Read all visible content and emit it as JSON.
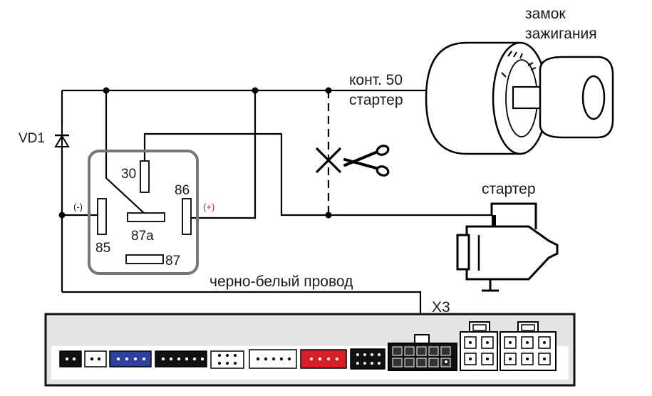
{
  "labels": {
    "ignition_lock_line1": "замок",
    "ignition_lock_line2": "зажигания",
    "terminal_50_line1": "конт. 50",
    "terminal_50_line2": "стартер",
    "starter": "стартер",
    "diode": "VD1",
    "relay_pin_30": "30",
    "relay_pin_86": "86",
    "relay_pin_85": "85",
    "relay_pin_87a": "87a",
    "relay_pin_87": "87",
    "minus": "(-)",
    "plus": "(+)",
    "black_white_wire": "черно-белый провод",
    "connector_x3": "X3"
  },
  "colors": {
    "wire": "#000000",
    "relay_border": "#777777",
    "plus_sign": "#b33030",
    "connector_blue": "#2e3f9e",
    "connector_red": "#d61f26",
    "connector_black": "#111111",
    "unit_body": "#e4e4e4"
  },
  "icons": {
    "cut": "scissors-icon",
    "break": "x-cross-icon",
    "diode": "diode-icon",
    "ignition": "ignition-lock-icon",
    "starter": "starter-motor-icon"
  }
}
